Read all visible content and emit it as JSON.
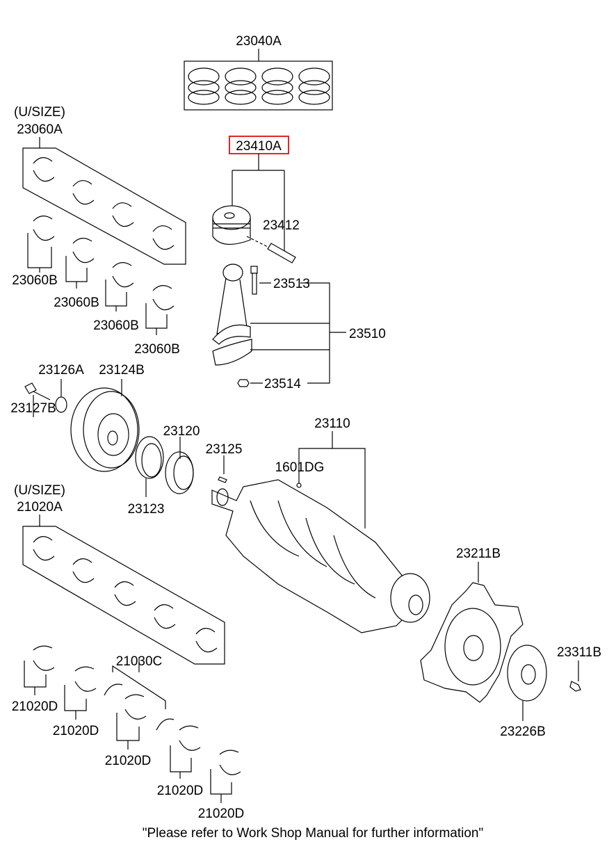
{
  "title": "Engine crankshaft & piston parts diagram",
  "highlight_color": "#e0262a",
  "labels": {
    "piston_ring_set": "23040A",
    "usize_1": "(U/SIZE)",
    "upper_bearing_set": "23060A",
    "piston_assy": "23410A",
    "piston_pin": "23412",
    "conrod_bolt": "23513",
    "conrod_assy": "23510",
    "conrod_nut": "23514",
    "bearing_b1": "23060B",
    "bearing_b2": "23060B",
    "bearing_b3": "23060B",
    "bearing_b4": "23060B",
    "washer": "23126A",
    "pulley": "23124B",
    "bolt": "23127B",
    "sprocket": "23120",
    "key": "23125",
    "flange": "23123",
    "crankshaft": "23110",
    "plug": "1601DG",
    "usize_2": "(U/SIZE)",
    "main_bearing_set": "21020A",
    "drive_plate": "23211B",
    "drive_bolt": "23311B",
    "adapter_plate": "23226B",
    "thrust_washer": "21030C",
    "main_d1": "21020D",
    "main_d2": "21020D",
    "main_d3": "21020D",
    "main_d4": "21020D",
    "main_d5": "21020D"
  },
  "footer_note": "\"Please refer to Work Shop Manual for further information\""
}
